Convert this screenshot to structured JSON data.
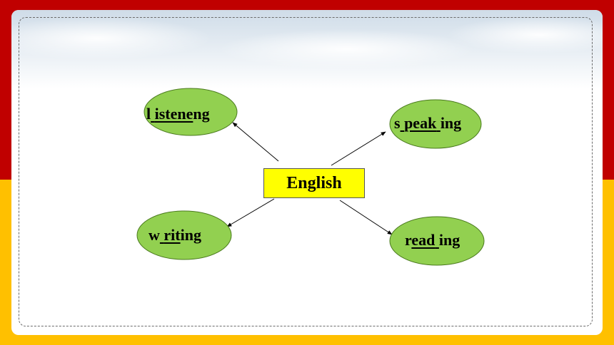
{
  "colors": {
    "frame_top": "#c00000",
    "frame_bottom": "#ffc000",
    "center_fill": "#ffff00",
    "node_fill": "#92d050",
    "node_stroke": "#4a7a1e"
  },
  "center": {
    "label": "English"
  },
  "nodes": [
    {
      "id": "listening",
      "prefix": "l",
      "blank": "istene",
      "suffix": "ng"
    },
    {
      "id": "speaking",
      "prefix": "s",
      "blank": "peak",
      "suffix": "ing"
    },
    {
      "id": "writing",
      "prefix": "w",
      "blank": "rit",
      "suffix": "ing"
    },
    {
      "id": "reading",
      "prefix": "r",
      "blank": "ead",
      "suffix": "ing"
    }
  ]
}
